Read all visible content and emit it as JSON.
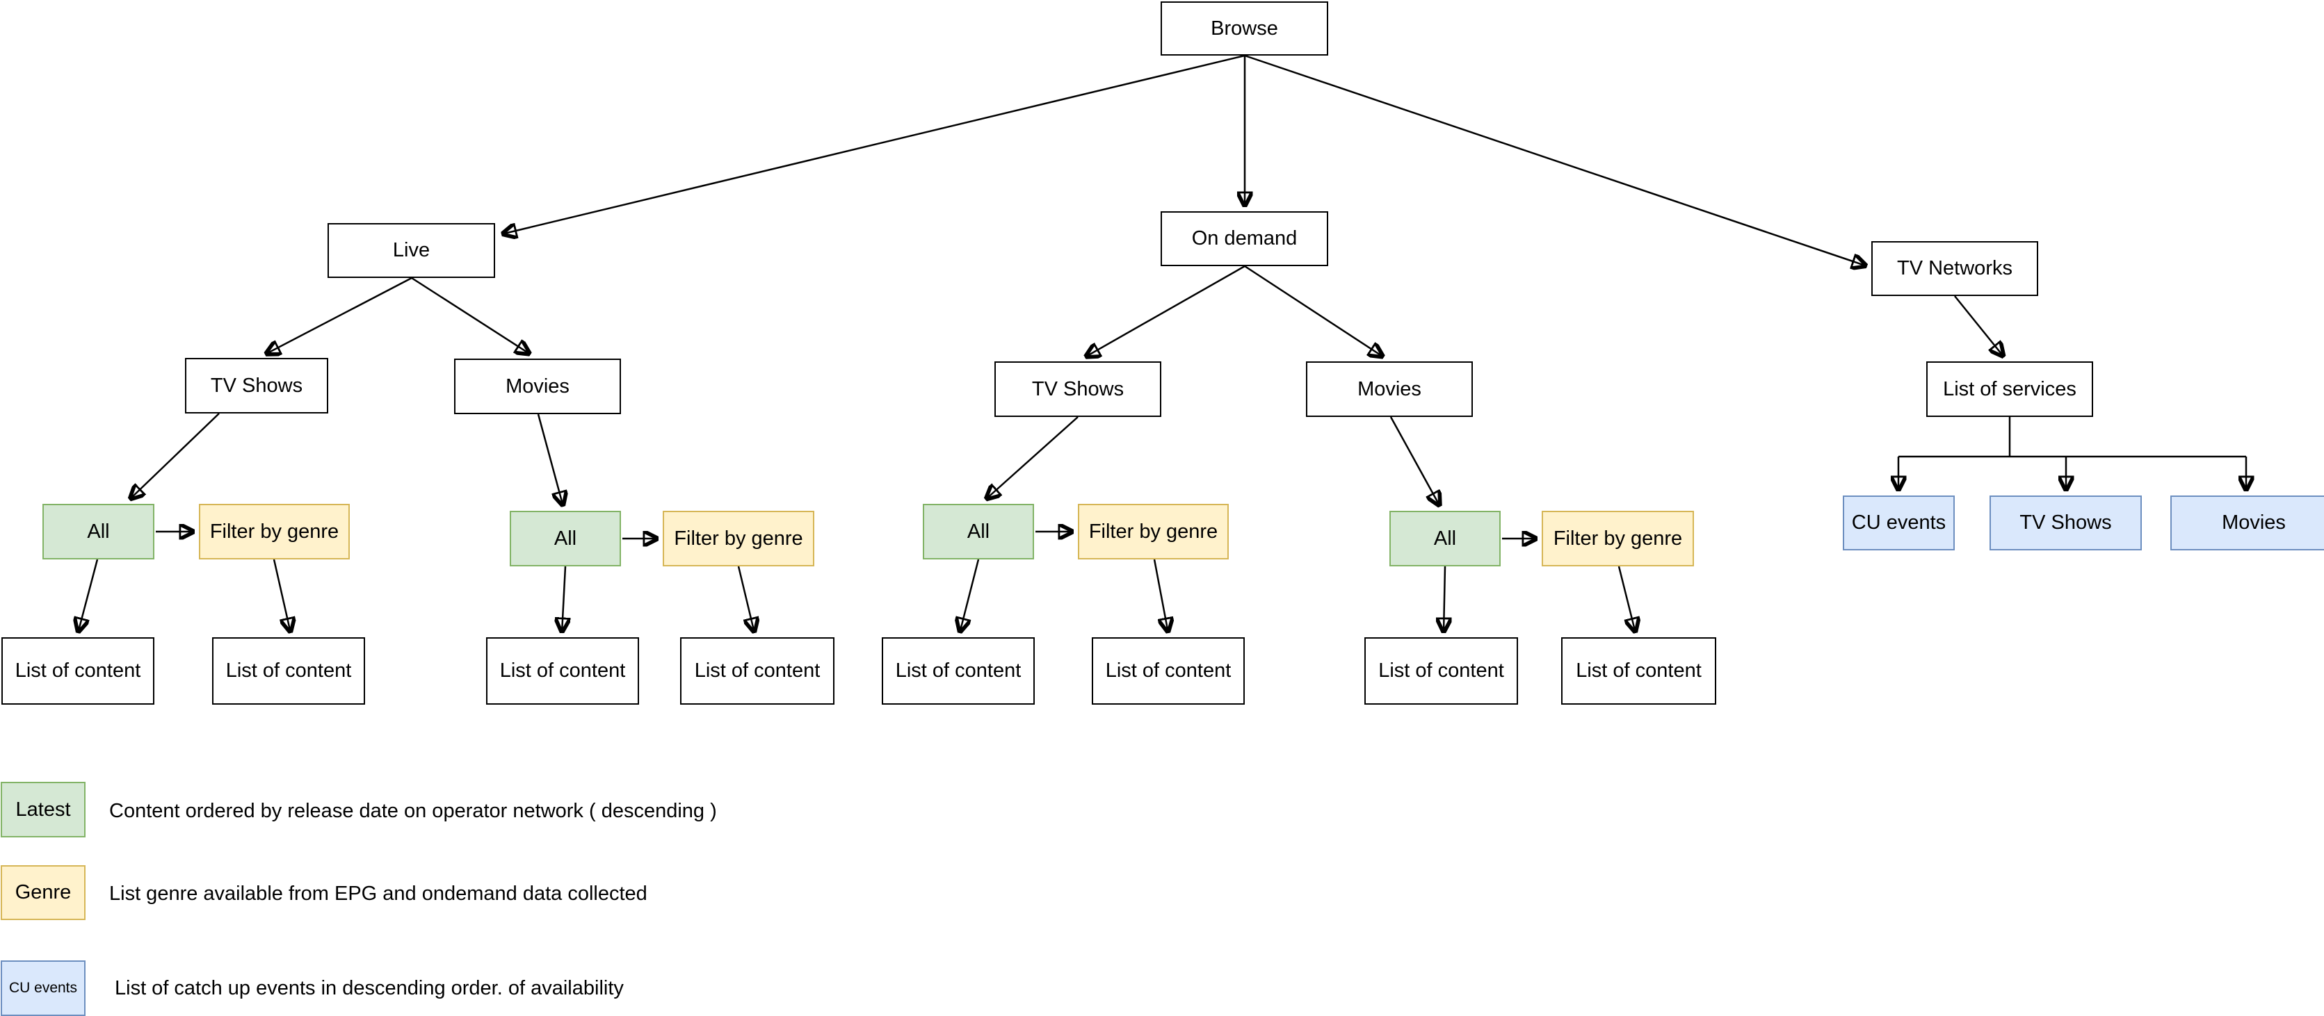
{
  "nodes": {
    "browse": "Browse",
    "live": "Live",
    "on_demand": "On demand",
    "tv_networks": "TV Networks",
    "live_tv_shows": "TV Shows",
    "live_movies": "Movies",
    "od_tv_shows": "TV Shows",
    "od_movies": "Movies",
    "list_of_services": "List of services",
    "live_tv_all": "All",
    "live_tv_filter": "Filter by genre",
    "live_mv_all": "All",
    "live_mv_filter": "Filter by genre",
    "od_tv_all": "All",
    "od_tv_filter": "Filter by genre",
    "od_mv_all": "All",
    "od_mv_filter": "Filter by genre",
    "net_cu_events": "CU events",
    "net_tv_shows": "TV Shows",
    "net_movies": "Movies",
    "loc_1": "List of content",
    "loc_2": "List of content",
    "loc_3": "List of content",
    "loc_4": "List of content",
    "loc_5": "List of content",
    "loc_6": "List of content",
    "loc_7": "List of content",
    "loc_8": "List of content"
  },
  "legend": {
    "items": [
      {
        "label": "Latest",
        "color": "#d5e8d4",
        "text": "Content ordered by release date on operator network ( descending )"
      },
      {
        "label": "Genre",
        "color": "#fff2cc",
        "text": "List genre available from EPG and ondemand data collected"
      },
      {
        "label": "CU events",
        "color": "#dae8fc",
        "text": "List of catch up events in descending order. of availability"
      }
    ]
  },
  "colors": {
    "green_fill": "#d5e8d4",
    "green_border": "#82b366",
    "yellow_fill": "#fff2cc",
    "yellow_border": "#d6b656",
    "blue_fill": "#dae8fc",
    "blue_border": "#6c8ebf",
    "white_fill": "#ffffff",
    "line": "#000000"
  }
}
